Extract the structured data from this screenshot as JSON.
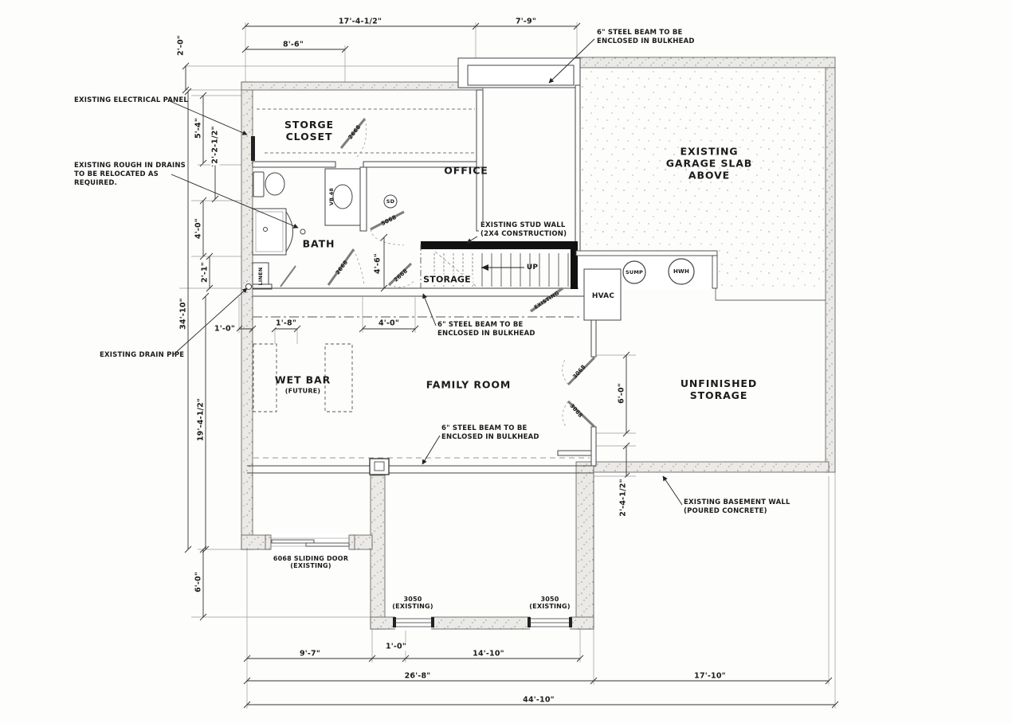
{
  "drawing": {
    "rooms": {
      "storage_closet": [
        "STORGE",
        "CLOSET"
      ],
      "office": "OFFICE",
      "bath": "BATH",
      "linen": "LINEN",
      "storage": "STORAGE",
      "family_room": "FAMILY ROOM",
      "wet_bar": "WET BAR",
      "wet_bar_note": "(FUTURE)",
      "unfinished_storage": [
        "UNFINISHED",
        "STORAGE"
      ],
      "garage": [
        "EXISTING",
        "GARAGE SLAB",
        "ABOVE"
      ],
      "hvac": "HVAC",
      "sump": "SUMP",
      "hwh": "HWH",
      "up": "UP",
      "smoke_detector": "SD",
      "vanity": "VB 48"
    },
    "annotations": {
      "steel_beam": [
        "6\" STEEL BEAM TO BE",
        "ENCLOSED IN BULKHEAD"
      ],
      "electrical_panel": "EXISTING ELECTRICAL PANEL",
      "rough_drains": [
        "EXISTING ROUGH IN DRAINS",
        "TO BE RELOCATED AS",
        "REQUIRED."
      ],
      "drain_pipe": "EXISTING DRAIN PIPE",
      "stud_wall": [
        "EXISTING STUD WALL",
        "(2X4 CONSTRUCTION)"
      ],
      "basement_wall": [
        "EXISTING BASEMENT WALL",
        "(POURED CONCRETE)"
      ],
      "existing_beam": "EXISTING",
      "sliding_door": [
        "6068 SLIDING DOOR",
        "(EXISTING)"
      ],
      "window_3050": [
        "3050",
        "(EXISTING)"
      ]
    },
    "dims": {
      "top_main": "17'-4-1/2\"",
      "top_right": "7'-9\"",
      "top_closet": "8'-6\"",
      "top_offset": "2'-0\"",
      "left_1": "5'-4\"",
      "left_2": "2'-2-1/2\"",
      "left_3": "4'-0\"",
      "left_4": "2'-1\"",
      "left_total": "34'-10\"",
      "left_family": "19'-4-1/2\"",
      "left_bottom": "6'-0\"",
      "mid_1": "1'-0\"",
      "mid_2": "1'-8\"",
      "mid_3": "4'-0\"",
      "hall": "4'-6\"",
      "storage_opening": "6'-0\"",
      "right_offset": "2'-4-1/2\"",
      "bottom_1": "9'-7\"",
      "bottom_2": "1'-0\"",
      "bottom_3": "14'-10\"",
      "bottom_4": "26'-8\"",
      "bottom_5": "17'-10\"",
      "bottom_total": "44'-10\""
    },
    "doors": {
      "closet_door": "2668",
      "office_door": "5068",
      "bath_door": "2668",
      "hall_door": "2668",
      "storage_door_1": "3068",
      "storage_door_2": "3068"
    },
    "colors": {
      "line": "#3a3a3a",
      "wall_fill": "#eceae6",
      "black_wall": "#111111"
    }
  }
}
